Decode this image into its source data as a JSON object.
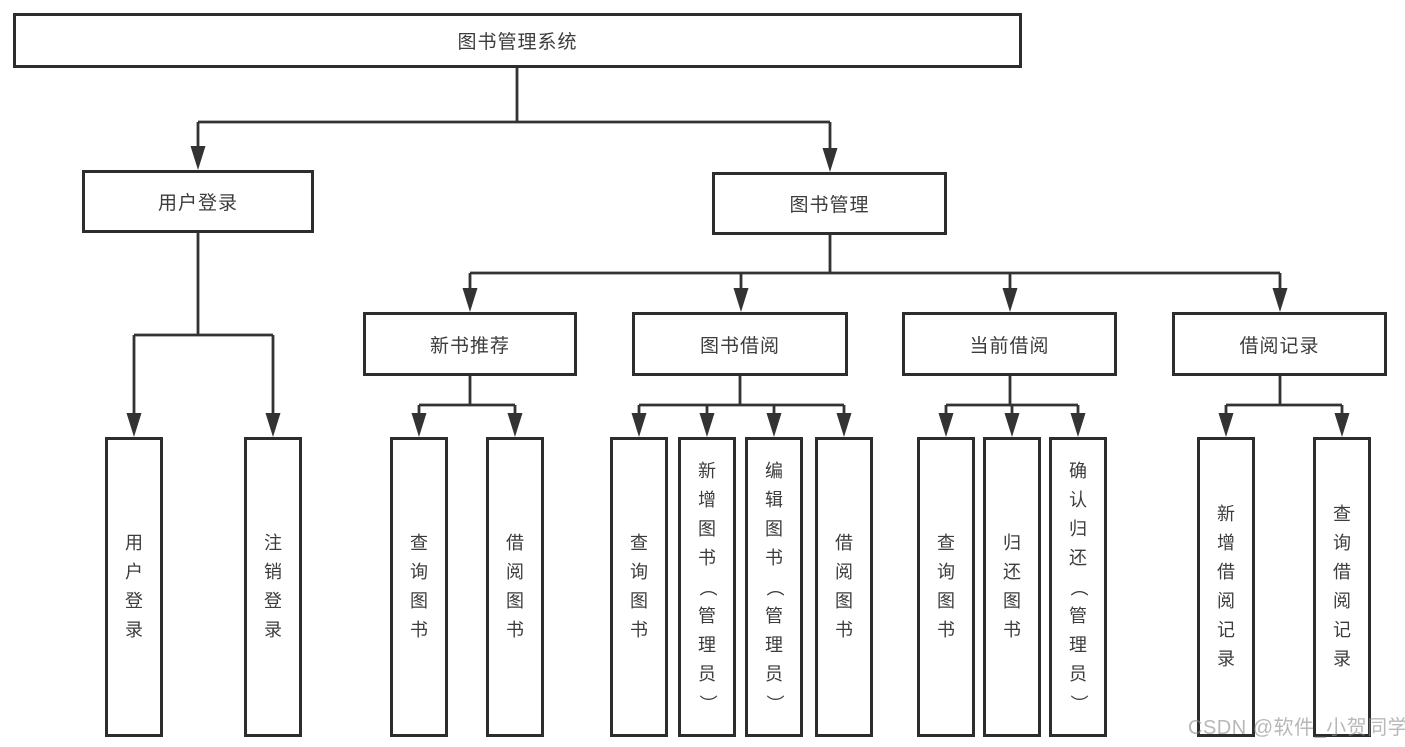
{
  "tree": {
    "root": "图书管理系统",
    "branches": [
      {
        "label": "用户登录",
        "children": [
          "用户登录",
          "注销登录"
        ]
      },
      {
        "label": "图书管理",
        "groups": [
          {
            "label": "新书推荐",
            "children": [
              "查询图书",
              "借阅图书"
            ]
          },
          {
            "label": "图书借阅",
            "children": [
              "查询图书",
              "新增图书（管理员）",
              "编辑图书（管理员）",
              "借阅图书"
            ]
          },
          {
            "label": "当前借阅",
            "children": [
              "查询图书",
              "归还图书",
              "确认归还（管理员）"
            ]
          },
          {
            "label": "借阅记录",
            "children": [
              "新增借阅记录",
              "查询借阅记录"
            ]
          }
        ]
      }
    ]
  },
  "watermark": "CSDN @软件_小贺同学",
  "colors": {
    "line": "#333333",
    "box_border": "#2d2d2d",
    "text": "#3c3c3c",
    "watermark": "#8c8c8c",
    "background": "#ffffff"
  }
}
